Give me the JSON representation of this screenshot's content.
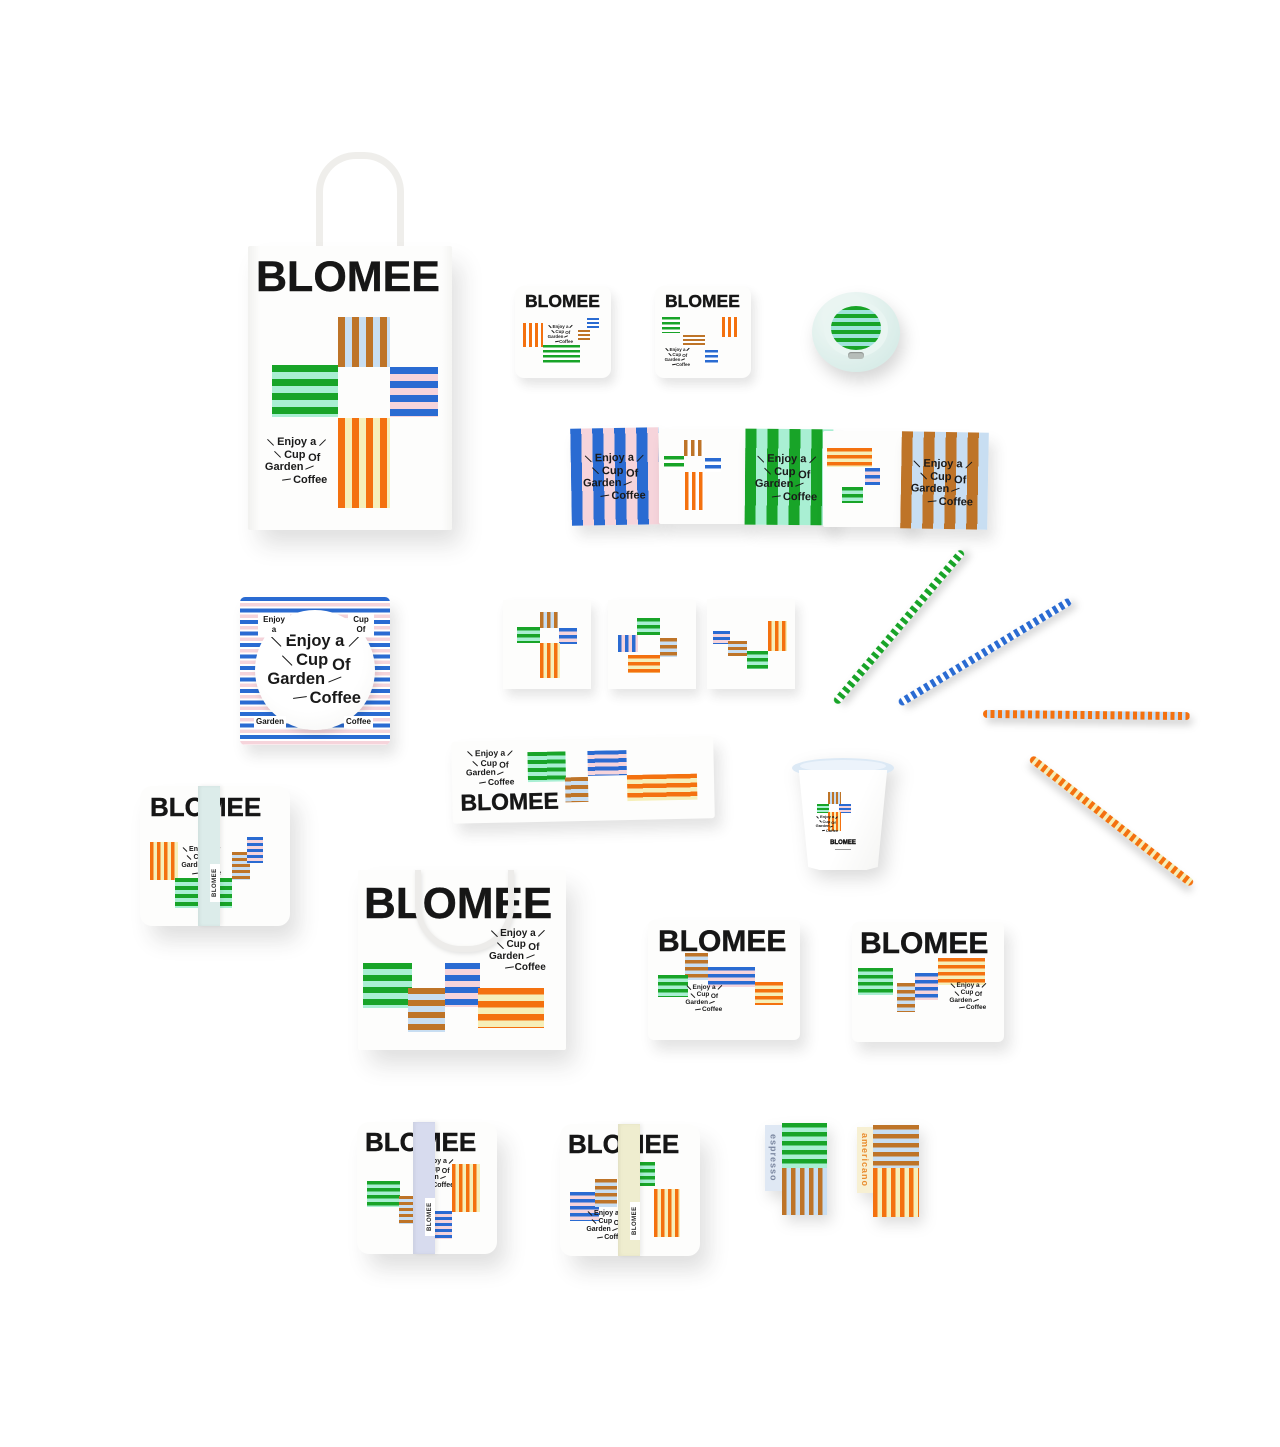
{
  "brand": "BLOMEE",
  "tagline": {
    "line1": "Enjoy a",
    "line2a": "Cup",
    "line2b": "Of",
    "line3": "Garden",
    "line4": "Coffee"
  },
  "napkin_corner_labels": {
    "top_left": "Enjoy a",
    "top_right": "Cup Of",
    "bottom_left": "Garden",
    "bottom_right": "Coffee"
  },
  "flavor_labels": {
    "espresso": "espresso",
    "americano": "americano"
  },
  "palette": {
    "green": "#18A428",
    "mint": "#A9EFD3",
    "blue": "#2A6BD2",
    "pink": "#F6D4DB",
    "brown": "#BE7428",
    "light_blue": "#C8DEF2",
    "orange": "#F4710F",
    "cream": "#F6EFB9",
    "lid_base": "#D8ECE8",
    "lid_inner": "#E9F5F2",
    "lid_stripe": "#9FE3DA",
    "sip_hole": "#B6BDB9",
    "band_mint": "#DCECEA",
    "band_lavender": "#D7DBEE",
    "band_cream": "#EFEDCF",
    "tab_espresso": "#DFE8F4",
    "tab_americano": "#F7F0D3",
    "espresso_text": "#7B87A0",
    "americano_text": "#E98C2E",
    "logo_black": "#161616",
    "paper_white": "#FDFDFC"
  }
}
